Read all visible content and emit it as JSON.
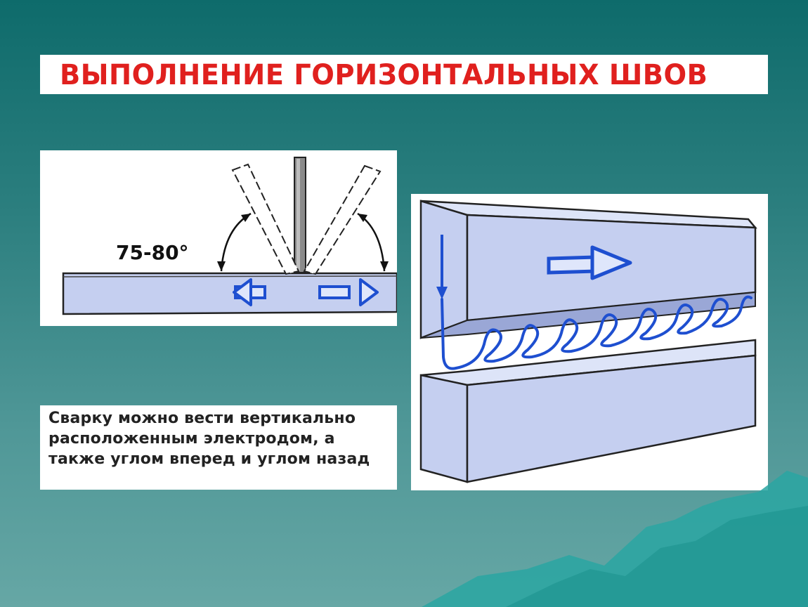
{
  "slide": {
    "title": "ВЫПОЛНЕНИЕ ГОРИЗОНТАЛЬНЫХ ШВОВ",
    "angle_label": "75-80°",
    "caption": "Сварку можно вести вертикально расположенным электродом, а также углом вперед и углом назад"
  },
  "colors": {
    "background_top": "#0e6b6b",
    "background_bottom": "#66a7a5",
    "title_text": "#e0201e",
    "plate_fill": "#c5cff0",
    "arrow_blue": "#1e4fd0",
    "mountain": "#2aa6a2"
  },
  "icons": {
    "left_arrow": "arrow-left-icon",
    "right_arrow": "arrow-right-icon",
    "direction_arrow": "arrow-right-icon",
    "down_arrow": "arrow-down-icon"
  }
}
